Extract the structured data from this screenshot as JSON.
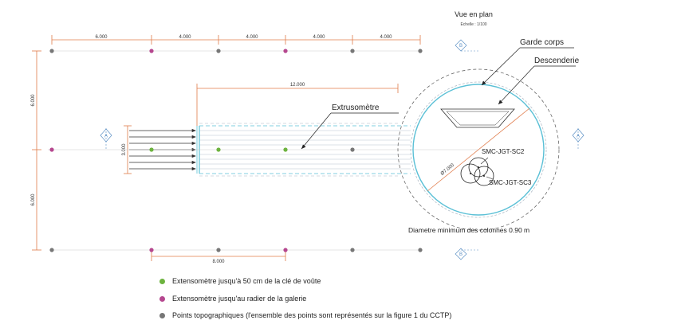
{
  "header": {
    "title": "Vue en plan",
    "scale": "Echelle : 1/100"
  },
  "dimensions": {
    "top": [
      "6.000",
      "4.000",
      "4.000",
      "4.000",
      "4.000"
    ],
    "left": [
      "6.000",
      "6.000"
    ],
    "gallery_length": "12.000",
    "gallery_width": "3.000",
    "bottom": "8.000",
    "shaft_diameter": "Ø7.000"
  },
  "section_markers": {
    "a": "A",
    "b": "B"
  },
  "callouts": {
    "garde_corps": "Garde corps",
    "descenderie": "Descenderie",
    "extrusometre": "Extrusomètre",
    "sc2": "SMC-JGT-SC2",
    "sc3": "SMC-JGT-SC3"
  },
  "note": "Diametre minimum des colonnes 0.90 m",
  "legend": [
    {
      "label": "Extensomètre jusqu'à 50 cm de la clé de voûte",
      "color": "#6db33f"
    },
    {
      "label": "Extensomètre jusqu'au radier de la galerie",
      "color": "#b5478f"
    },
    {
      "label": "Points topographiques (l'ensemble des points sont représentés sur la figure 1 du CCTP)",
      "color": "#777777"
    }
  ],
  "colors": {
    "dimension_line": "#e07b4a",
    "gallery_outline": "#5bc0d6",
    "hatch": "#b7c3cf",
    "extensometer_crown": "#6db33f",
    "extensometer_invert": "#b5478f",
    "topo_point": "#777777"
  }
}
